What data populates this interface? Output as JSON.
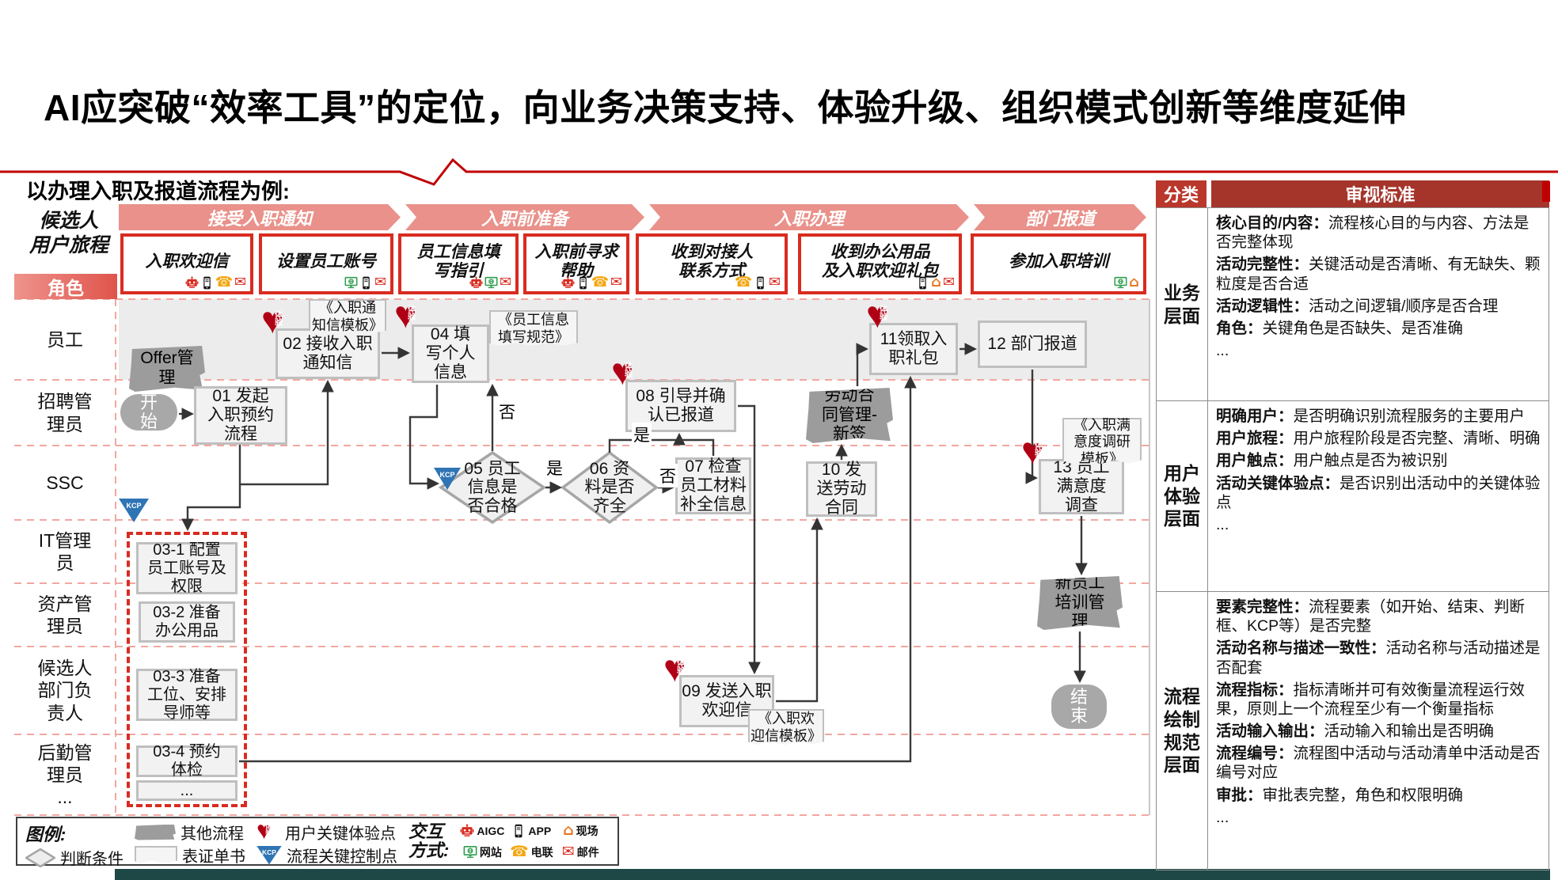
{
  "title": "AI应突破“效率工具”的定位，向业务决策支持、体验升级、组织模式创新等维度延伸",
  "subtitle": "以办理入职及报道流程为例:",
  "journey_header": {
    "label_lines": [
      "候选人",
      "用户旅程"
    ],
    "role_banner": "角色"
  },
  "phases": [
    "接受入职通知",
    "入职前准备",
    "入职办理",
    "部门报道"
  ],
  "journey": [
    {
      "label_lines": [
        "入职欢迎信"
      ],
      "channels": [
        "aigc",
        "app",
        "tel",
        "mail"
      ]
    },
    {
      "label_lines": [
        "设置员工账号"
      ],
      "channels": [
        "web",
        "app",
        "mail"
      ]
    },
    {
      "label_lines": [
        "员工信息填",
        "写指引"
      ],
      "channels": [
        "aigc",
        "web",
        "mail"
      ]
    },
    {
      "label_lines": [
        "入职前寻求",
        "帮助"
      ],
      "channels": [
        "aigc",
        "app",
        "tel",
        "mail"
      ]
    },
    {
      "label_lines": [
        "收到对接人",
        "联系方式"
      ],
      "channels": [
        "tel",
        "app",
        "mail"
      ]
    },
    {
      "label_lines": [
        "收到办公用品",
        "及入职欢迎礼包"
      ],
      "channels": [
        "app",
        "house",
        "mail"
      ]
    },
    {
      "label_lines": [
        "参加入职培训"
      ],
      "channels": [
        "web",
        "house"
      ]
    }
  ],
  "roles": [
    {
      "lines": [
        "员工"
      ]
    },
    {
      "lines": [
        "招聘管",
        "理员"
      ]
    },
    {
      "lines": [
        "SSC"
      ]
    },
    {
      "lines": [
        "IT管理",
        "员"
      ]
    },
    {
      "lines": [
        "资产管",
        "理员"
      ]
    },
    {
      "lines": [
        "候选人",
        "部门负",
        "责人"
      ]
    },
    {
      "lines": [
        "后勤管",
        "理员",
        "..."
      ]
    }
  ],
  "nodes": {
    "start": [
      "开",
      "始"
    ],
    "n01": [
      "01 发起",
      "入职预约",
      "流程"
    ],
    "n02": [
      "02 接收入职",
      "通知信"
    ],
    "n04": [
      "04 填",
      "写个人",
      "信息"
    ],
    "n05": [
      "05 员工",
      "信息是",
      "否合格"
    ],
    "n06": [
      "06 资",
      "料是否",
      "齐全"
    ],
    "n07": [
      "07 检查",
      "员工材料",
      "补全信息"
    ],
    "n08": [
      "08 引导并确",
      "认已报道"
    ],
    "n09": [
      "09 发送入职",
      "欢迎信"
    ],
    "n10": [
      "10 发",
      "送劳动",
      "合同"
    ],
    "n11": [
      "11领取入",
      "职礼包"
    ],
    "n12": [
      "12 部门报道"
    ],
    "n13": [
      "13 员工",
      "满意度",
      "调查"
    ],
    "n03_1": [
      "03-1 配置",
      "员工账号及",
      "权限"
    ],
    "n03_2": [
      "03-2 准备",
      "办公用品"
    ],
    "n03_3": [
      "03-3 准备",
      "工位、安排",
      "导师等"
    ],
    "n03_4": [
      "03-4 预约",
      "体检"
    ],
    "n03_more": [
      "..."
    ],
    "offer": [
      "Offer管",
      "理"
    ],
    "laodong": [
      "劳动合",
      "同管理-",
      "新签"
    ],
    "xinyuangong": [
      "新员工",
      "培训管",
      "理"
    ],
    "end": [
      "结",
      "束"
    ],
    "doc_tongzhi": [
      "《入职通",
      "知信模板》"
    ],
    "doc_guifan": [
      "《员工信息",
      "填写规范》"
    ],
    "doc_manyidu": [
      "《入职满",
      "意度调研",
      "模板》"
    ],
    "doc_huanying": [
      "《入职欢",
      "迎信模板》"
    ],
    "heart_badge": [
      "体",
      "验"
    ],
    "kcp_badge": "KCP",
    "edge_yes": "是",
    "edge_no": "否"
  },
  "legend": {
    "title": "图例:",
    "items": [
      {
        "icon": "diamond",
        "label": "判断条件"
      },
      {
        "icon": "blob",
        "label": "其他流程"
      },
      {
        "icon": "doc",
        "label": "表证单书"
      },
      {
        "icon": "heart",
        "label": "用户关键体验点"
      },
      {
        "icon": "kcp",
        "label": "流程关键控制点"
      }
    ],
    "interaction_title_lines": [
      "交互",
      "方式:"
    ],
    "channels": [
      {
        "icon": "aigc",
        "label": "AIGC"
      },
      {
        "icon": "app",
        "label": "APP"
      },
      {
        "icon": "house",
        "label": "现场"
      },
      {
        "icon": "web",
        "label": "网站"
      },
      {
        "icon": "tel",
        "label": "电联"
      },
      {
        "icon": "mail",
        "label": "邮件"
      }
    ]
  },
  "review_table": {
    "headers": [
      "分类",
      "审视标准"
    ],
    "rows": [
      {
        "category_lines": [
          "业务",
          "层面"
        ],
        "items": [
          {
            "term": "核心目的/内容：",
            "desc": "流程核心目的与内容、方法是否完整体现"
          },
          {
            "term": "活动完整性：",
            "desc": "关键活动是否清晰、有无缺失、颗粒度是否合适"
          },
          {
            "term": "活动逻辑性：",
            "desc": "活动之间逻辑/顺序是否合理"
          },
          {
            "term": "角色：",
            "desc": "关键角色是否缺失、是否准确"
          }
        ],
        "more": "..."
      },
      {
        "category_lines": [
          "用户",
          "体验",
          "层面"
        ],
        "items": [
          {
            "term": "明确用户：",
            "desc": "是否明确识别流程服务的主要用户"
          },
          {
            "term": "用户旅程：",
            "desc": "用户旅程阶段是否完整、清晰、明确"
          },
          {
            "term": "用户触点：",
            "desc": "用户触点是否为被识别"
          },
          {
            "term": "活动关键体验点：",
            "desc": "是否识别出活动中的关键体验点"
          }
        ],
        "more": "..."
      },
      {
        "category_lines": [
          "流程",
          "绘制",
          "规范",
          "层面"
        ],
        "items": [
          {
            "term": "要素完整性：",
            "desc": "流程要素（如开始、结束、判断框、KCP等）是否完整"
          },
          {
            "term": "活动名称与描述一致性：",
            "desc": "活动名称与活动描述是否配套"
          },
          {
            "term": "流程指标：",
            "desc": "指标清晰并可有效衡量流程运行效果，原则上一个流程至少有一个衡量指标"
          },
          {
            "term": "活动输入输出：",
            "desc": "活动输入和输出是否明确"
          },
          {
            "term": "流程编号：",
            "desc": "流程图中活动与活动清单中活动是否编号对应"
          },
          {
            "term": "审批：",
            "desc": "审批表完整，角色和权限明确"
          }
        ],
        "more": "..."
      }
    ]
  },
  "colors": {
    "accent_red": "#C00000",
    "journey_border_red": "#D92B20",
    "phase_salmon": "#E9918A",
    "lane_dash_pink": "#F1A7A0",
    "table_header_red_1": "#BA372C",
    "table_header_red_2": "#A5352B",
    "kcp_blue": "#2F74B5",
    "heart_red": "#B00016",
    "footer_teal": "#1E4845",
    "icon_green": "#2E9E4F",
    "icon_yellow": "#F3A712",
    "icon_orange": "#E87722",
    "icon_black": "#141414"
  }
}
